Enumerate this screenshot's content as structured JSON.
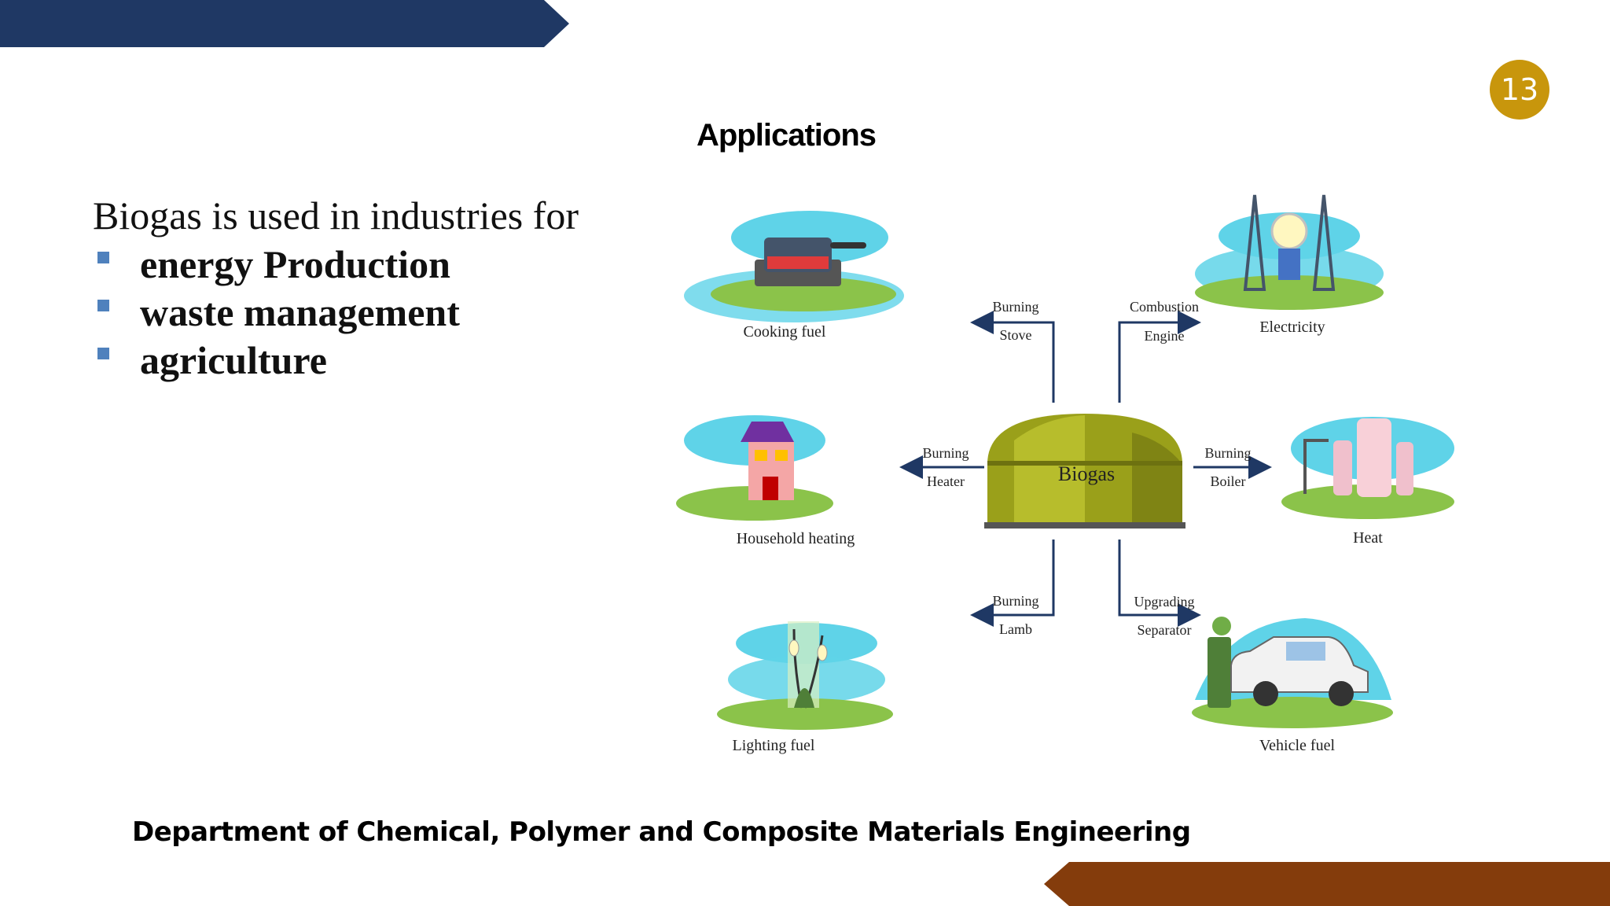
{
  "page_number": "13",
  "title": "Applications",
  "intro_text": "Biogas is used in industries for",
  "bullets": [
    "energy Production",
    "waste management",
    "agriculture"
  ],
  "footer": "Department of Chemical, Polymer and Composite Materials Engineering",
  "diagram": {
    "center_label": "Biogas",
    "nodes": {
      "cooking": {
        "label": "Cooking fuel",
        "process": "Burning",
        "device": "Stove"
      },
      "electricity": {
        "label": "Electricity",
        "process": "Combustion",
        "device": "Engine"
      },
      "household": {
        "label": "Household heating",
        "process": "Burning",
        "device": "Heater"
      },
      "heat": {
        "label": "Heat",
        "process": "Burning",
        "device": "Boiler"
      },
      "lighting": {
        "label": "Lighting fuel",
        "process": "Burning",
        "device": "Lamb"
      },
      "vehicle": {
        "label": "Vehicle fuel",
        "process": "Upgrading",
        "device": "Separator"
      }
    }
  },
  "colors": {
    "banner_top": "#1f3864",
    "banner_bottom": "#843c0c",
    "badge": "#c8960c",
    "bullet": "#4f81bd",
    "arrow": "#1f3864",
    "dome": "#9aa01a",
    "grass": "#8bc34a",
    "sky": "#5fd3e8"
  }
}
